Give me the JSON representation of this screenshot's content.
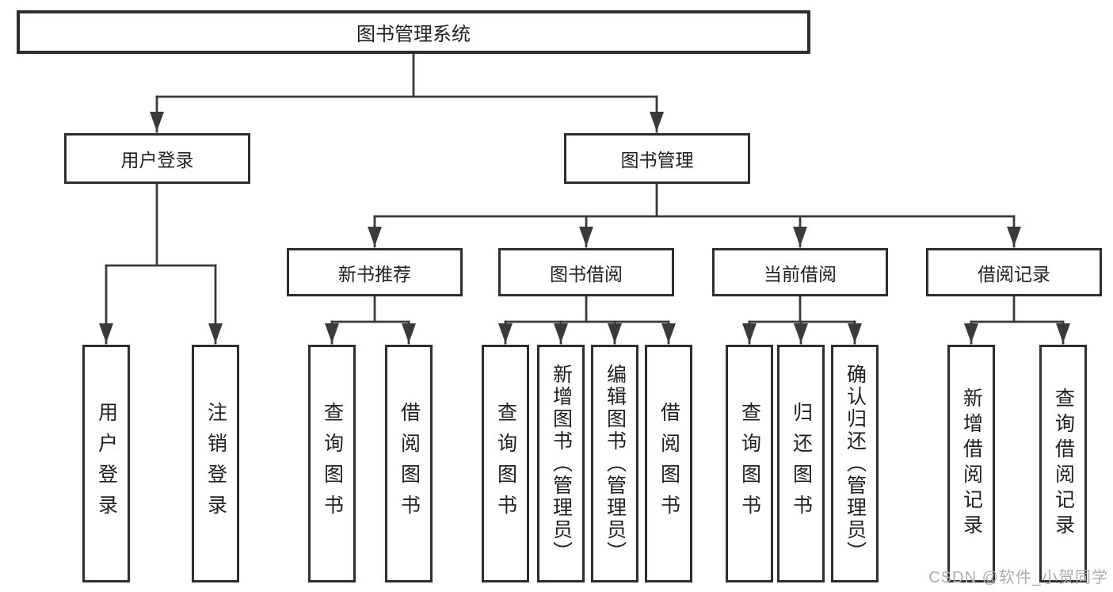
{
  "tree": {
    "label": "图书管理系统",
    "children": [
      {
        "label": "用户登录",
        "children": [
          {
            "label": "用户登录"
          },
          {
            "label": "注销登录"
          }
        ]
      },
      {
        "label": "图书管理",
        "children": [
          {
            "label": "新书推荐",
            "children": [
              {
                "label": "查询图书"
              },
              {
                "label": "借阅图书"
              }
            ]
          },
          {
            "label": "图书借阅",
            "children": [
              {
                "label": "查询图书"
              },
              {
                "label": "新增图书（管理员）"
              },
              {
                "label": "编辑图书（管理员）"
              },
              {
                "label": "借阅图书"
              }
            ]
          },
          {
            "label": "当前借阅",
            "children": [
              {
                "label": "查询图书"
              },
              {
                "label": "归还图书"
              },
              {
                "label": "确认归还（管理员）"
              }
            ]
          },
          {
            "label": "借阅记录",
            "children": [
              {
                "label": "新增借阅记录"
              },
              {
                "label": "查询借阅记录"
              }
            ]
          }
        ]
      }
    ]
  },
  "watermark": "CSDN @软件_小贺同学",
  "colors": {
    "line": "#3a3a3a",
    "box_border": "#2e2e2e",
    "text": "#1f1f1f",
    "background": "#ffffff",
    "watermark": "#a9adb3"
  }
}
